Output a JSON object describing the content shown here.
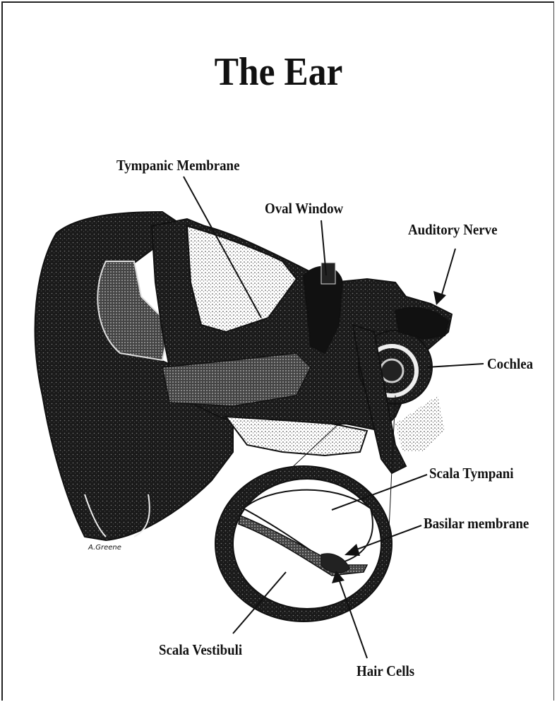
{
  "title": "The Ear",
  "labels": {
    "tympanic_membrane": "Tympanic Membrane",
    "oval_window": "Oval Window",
    "auditory_nerve": "Auditory Nerve",
    "cochlea": "Cochlea",
    "scala_tympani": "Scala Tympani",
    "basilar_membrane": "Basilar membrane",
    "hair_cells": "Hair Cells",
    "scala_vestibuli": "Scala Vestibuli"
  },
  "signature": "A.Greene"
}
